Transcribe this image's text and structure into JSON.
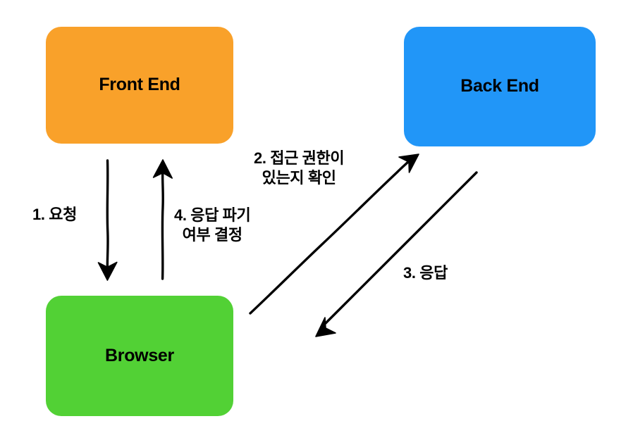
{
  "diagram": {
    "title": "Front End / Back End / Browser request flow",
    "background": "#ffffff",
    "nodes": [
      {
        "id": "frontend",
        "label": "Front End",
        "color": "#F9A12A"
      },
      {
        "id": "backend",
        "label": "Back End",
        "color": "#2196F8"
      },
      {
        "id": "browser",
        "label": "Browser",
        "color": "#52D135"
      }
    ],
    "edges": [
      {
        "id": "edge-1",
        "step": "1",
        "label": "1. 요청",
        "from": "frontend",
        "to": "browser",
        "direction": "down",
        "color": "#000000"
      },
      {
        "id": "edge-4",
        "step": "4",
        "label": "4. 응답 파기\n여부 결정",
        "from": "browser",
        "to": "frontend",
        "direction": "up",
        "color": "#000000"
      },
      {
        "id": "edge-2",
        "step": "2",
        "label": "2. 접근 권한이\n있는지 확인",
        "from": "browser",
        "to": "backend",
        "direction": "up-right",
        "color": "#000000"
      },
      {
        "id": "edge-3",
        "step": "3",
        "label": "3. 응답",
        "from": "backend",
        "to": "browser",
        "direction": "down-left",
        "color": "#000000"
      }
    ]
  }
}
